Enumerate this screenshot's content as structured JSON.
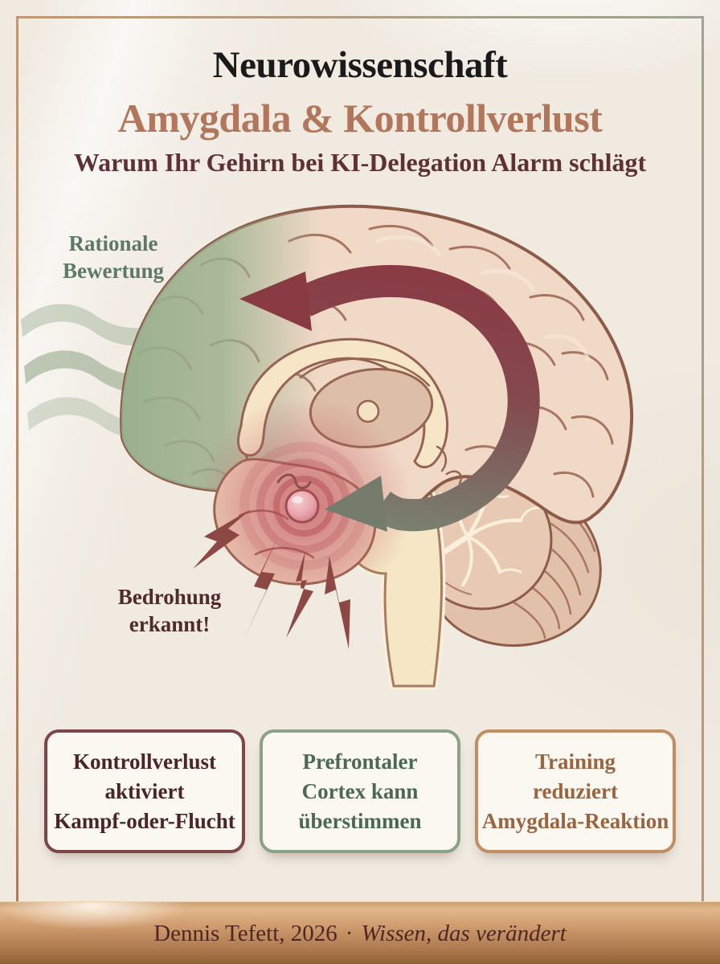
{
  "poster": {
    "header": {
      "kicker": "Neurowissenschaft",
      "title": "Amygdala & Kontrollverlust",
      "subtitle": "Warum Ihr Gehirn bei KI-Delegation Alarm schlägt"
    },
    "diagram": {
      "label_rational": "Rationale Bewertung",
      "label_threat": "Bedrohung erkannt!"
    },
    "cards": [
      {
        "lines": [
          "Kontrollverlust",
          "aktiviert",
          "Kampf-oder-Flucht"
        ],
        "accent": "#7c464b"
      },
      {
        "lines": [
          "Prefrontaler",
          "Cortex kann",
          "überstimmen"
        ],
        "accent": "#8ca18a"
      },
      {
        "lines": [
          "Training",
          "reduziert",
          "Amygdala-Reaktion"
        ],
        "accent": "#c08e64"
      }
    ],
    "footer": {
      "credit": "Dennis Tefett, 2026",
      "separator": "·",
      "tagline": "Wissen, das verändert"
    },
    "colors": {
      "title_accent": "#b1765b",
      "subtitle_maroon": "#5e3136",
      "rational_green": "#5c7a66",
      "threat_maroon": "#4f2b2d",
      "frame_copper": "#b8896a",
      "band_copper": "#cd9a6c"
    }
  }
}
